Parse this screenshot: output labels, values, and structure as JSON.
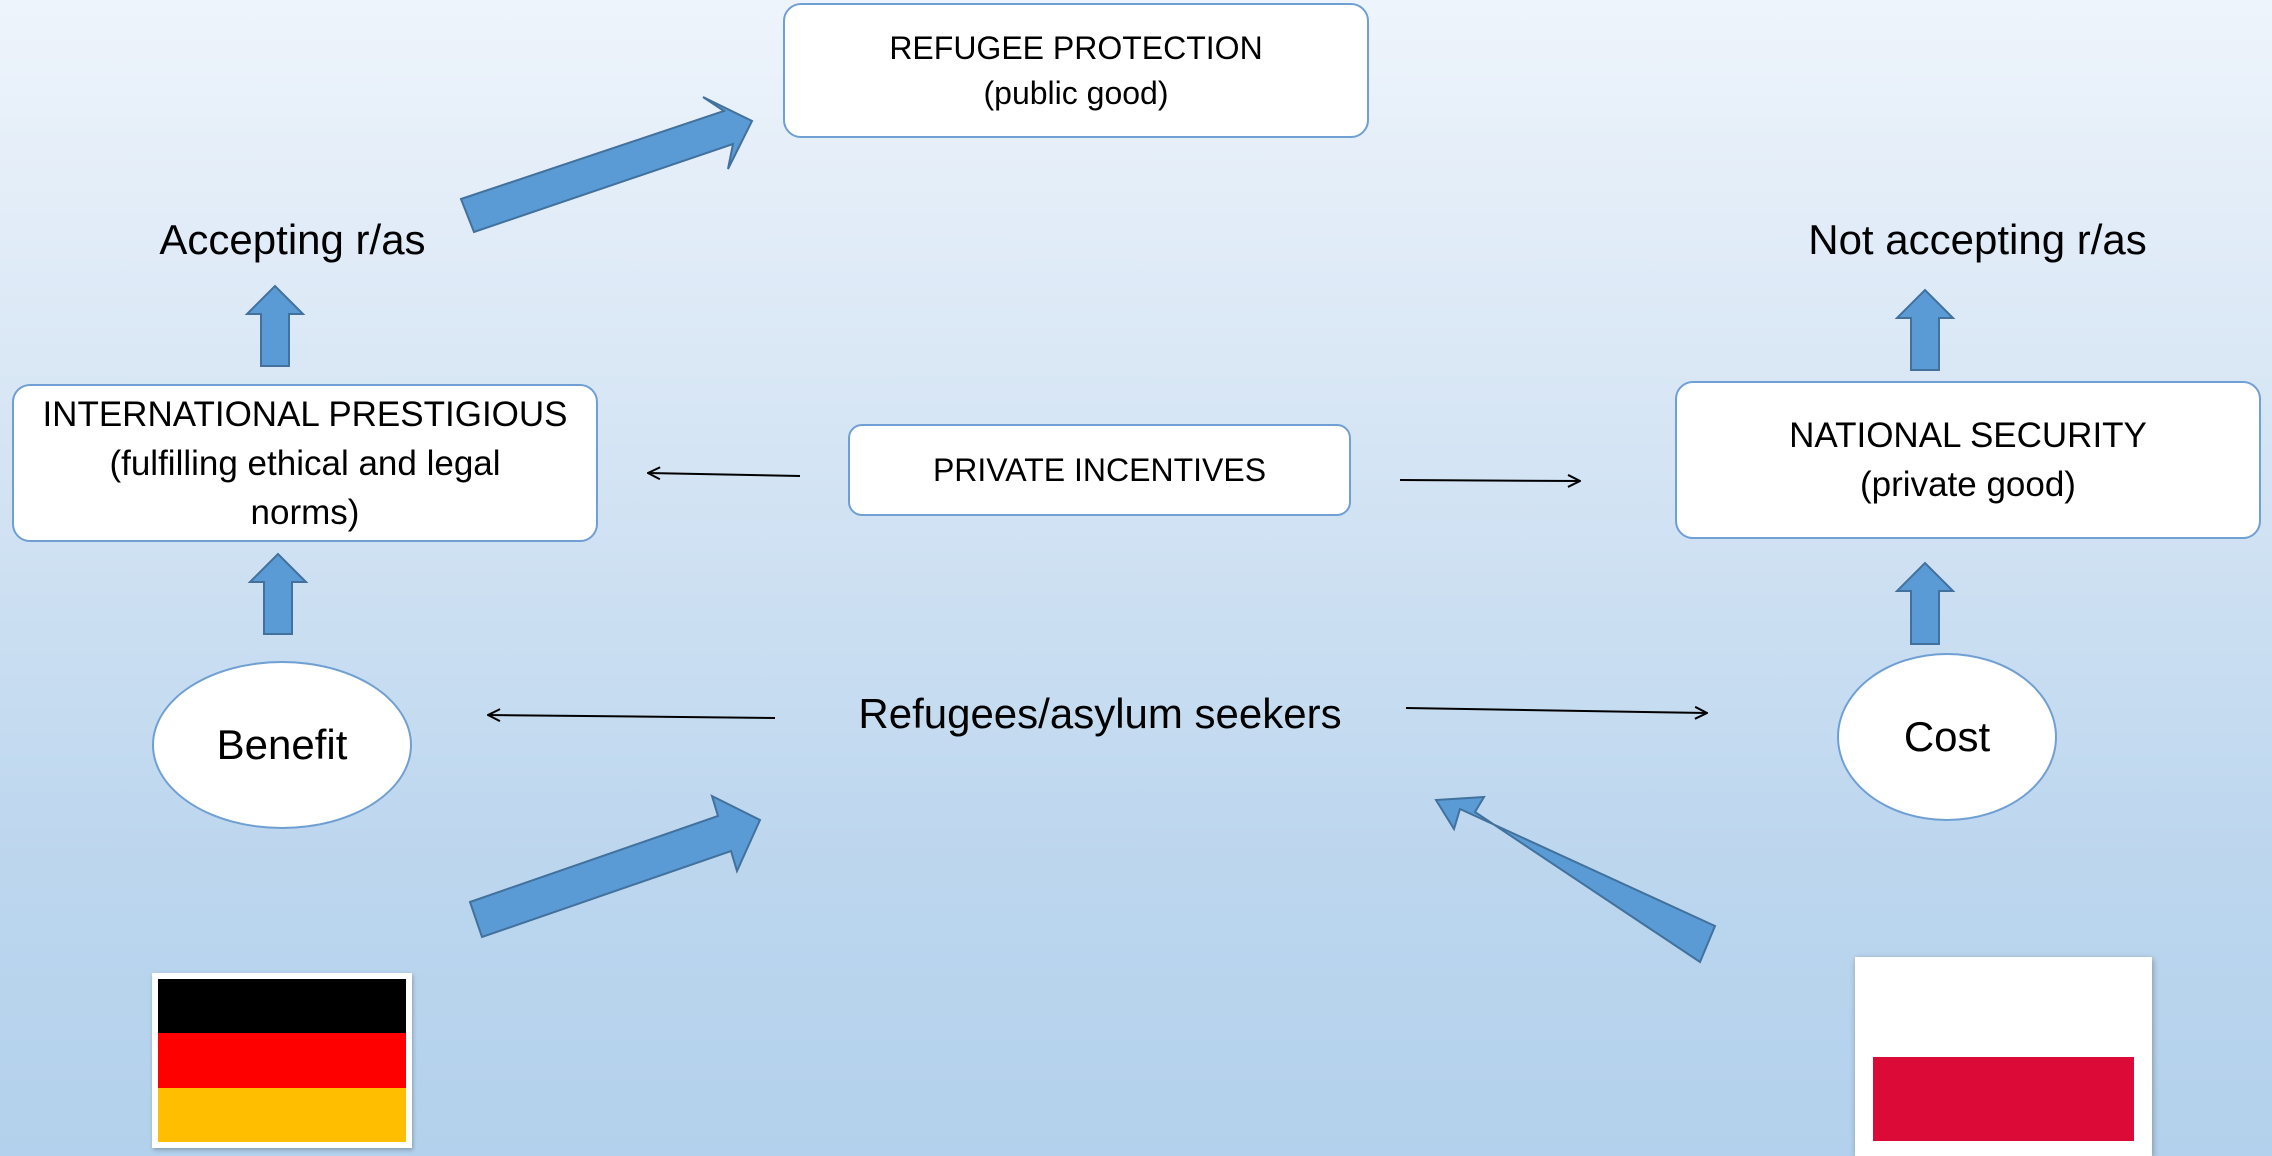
{
  "colors": {
    "box_border": "#6f9fd3",
    "block_arrow_fill": "#5b9bd5",
    "block_arrow_stroke": "#41719c",
    "thin_arrow": "#000000"
  },
  "diagram": {
    "refugee_protection": {
      "line1": "REFUGEE PROTECTION",
      "line2": "(public good)"
    },
    "accepting": "Accepting r/as",
    "not_accepting": "Not accepting r/as",
    "international_prestigious": {
      "line1": "INTERNATIONAL PRESTIGIOUS",
      "line2": "(fulfilling ethical and legal",
      "line3": "norms)"
    },
    "private_incentives": "PRIVATE INCENTIVES",
    "national_security": {
      "line1": "NATIONAL SECURITY",
      "line2": "(private good)"
    },
    "benefit": "Benefit",
    "refugees": "Refugees/asylum seekers",
    "cost": "Cost"
  },
  "flags": {
    "germany": {
      "stripes": [
        "#000000",
        "#ff0000",
        "#ffbf00"
      ]
    },
    "poland": {
      "top": "#ffffff",
      "bottom": "#dc0a36"
    }
  }
}
